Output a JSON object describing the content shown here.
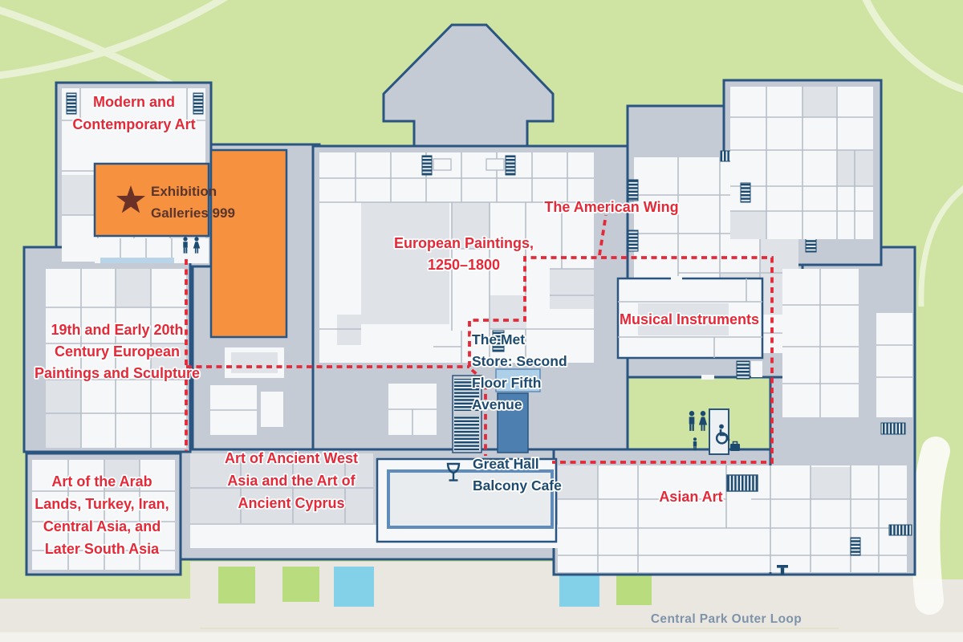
{
  "labels": {
    "modern_contemporary": {
      "lines": [
        "Modern and",
        "Contemporary Art"
      ]
    },
    "exhibition": {
      "lines": [
        "Exhibition",
        "Galleries 999"
      ]
    },
    "nineteenth_century": {
      "lines": [
        "19th and Early 20th",
        "Century European",
        "Paintings and Sculpture"
      ]
    },
    "arab_lands": {
      "lines": [
        "Art of the Arab",
        "Lands, Turkey, Iran,",
        "Central Asia, and",
        "Later South Asia"
      ]
    },
    "ancient_west_asia": {
      "lines": [
        "Art of Ancient West",
        "Asia and the Art of",
        "Ancient Cyprus"
      ]
    },
    "european_paintings": {
      "lines": [
        "European Paintings,",
        "1250–1800"
      ]
    },
    "american_wing": {
      "lines": [
        "The American Wing"
      ]
    },
    "musical_instruments": {
      "lines": [
        "Musical Instruments"
      ]
    },
    "asian_art": {
      "lines": [
        "Asian Art"
      ]
    },
    "met_store": {
      "lines": [
        "The Met",
        "Store: Second",
        "Floor Fifth",
        "Avenue"
      ]
    },
    "great_hall_cafe": {
      "lines": [
        "Great Hall",
        "Balcony Cafe"
      ]
    },
    "central_park": {
      "lines": [
        "Central Park Outer Loop"
      ]
    }
  },
  "icons": {
    "star": "special-exhibition-star",
    "restroom_men": "man-figure",
    "restroom_women": "woman-figure",
    "restroom_child": "child-figure",
    "accessible": "wheelchair-symbol",
    "elevator": "elevator-striped-box",
    "stairs": "stairs-striped-box",
    "cafe": "wine-glass",
    "drinking_fountain": "drinking-fountain",
    "baggage": "bag"
  },
  "colors": {
    "park_green": "#cfe3a2",
    "road_beige": "#eae7e0",
    "building_gray": "#c5cbd4",
    "wall_blue": "#2a5580",
    "room_white": "#f6f7f9",
    "room_gray": "#dfe2e6",
    "highlight_orange": "#f6913f",
    "route_red": "#e42938",
    "label_navy": "#1d4b70",
    "exhibition_text_maroon": "#5a352e",
    "star_maroon": "#6b3127",
    "pool_border_blue": "#5f8cba",
    "mezzanine_light_blue": "#aecfe8",
    "mezzanine_blue": "#4d80b0",
    "park_label_gray": "#7e93aa",
    "square_green": "#b9dc7f",
    "square_blue": "#83d0e9"
  }
}
